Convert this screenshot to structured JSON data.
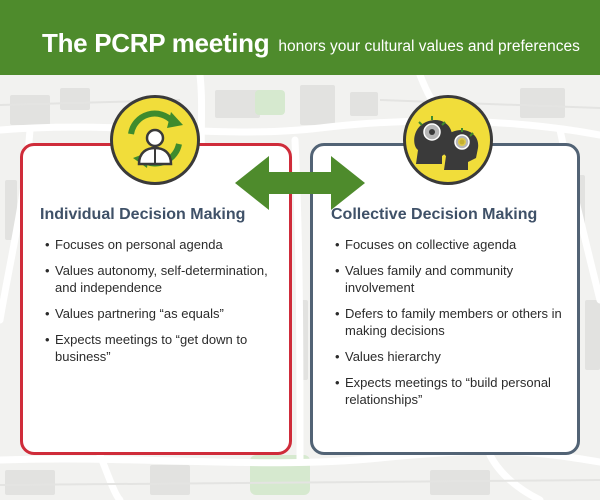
{
  "header": {
    "title": "The PCRP meeting",
    "subtitle": "honors your cultural values and preferences"
  },
  "colors": {
    "banner": "#4e8b2c",
    "individual_border": "#cf2c3a",
    "collective_border": "#526375",
    "icon_fill": "#f1dd3a",
    "arrow": "#4e8b2c",
    "heading_text": "#3f5168"
  },
  "individual": {
    "icon": "cycle-person-icon",
    "title": "Individual Decision Making",
    "items": [
      "Focuses on personal agenda",
      "Values autonomy, self-determination, and independence",
      "Values partnering “as equals”",
      "Expects meetings to “get down to business”"
    ]
  },
  "collective": {
    "icon": "group-heads-gears-icon",
    "title": "Collective Decision Making",
    "items": [
      "Focuses on collective agenda",
      "Values family and community involvement",
      "Defers to family members or others in making decisions",
      "Values hierarchy",
      "Expects meetings to “build personal relationships”"
    ]
  },
  "connector": {
    "icon": "double-arrow-icon"
  }
}
